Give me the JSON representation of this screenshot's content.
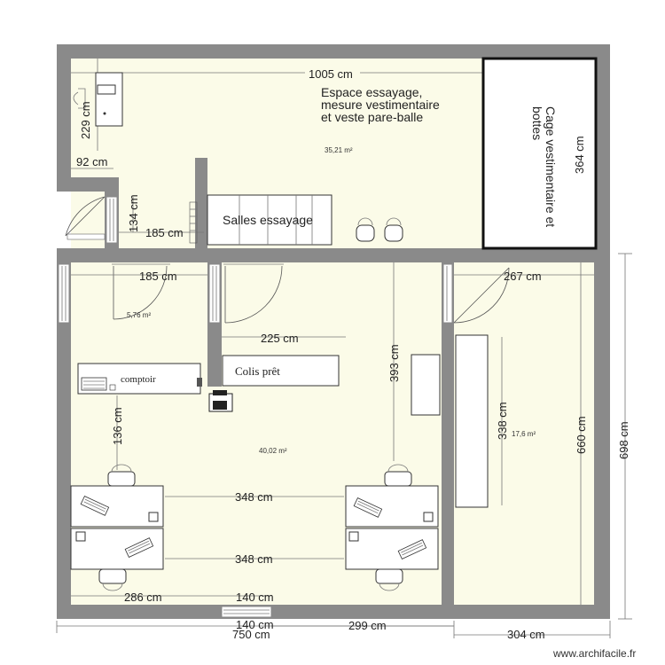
{
  "rooms": {
    "top": {
      "title_lines": [
        "Espace essayage,",
        "mesure vestimentaire",
        "et veste pare-balle"
      ],
      "area": "35,21 m²",
      "fitting_rooms_label": "Salles essayage",
      "cage_lines": [
        "Cage vestimentaire et",
        "bottes"
      ]
    },
    "small_left": {
      "area": "5,76 m²"
    },
    "main": {
      "area": "40,02 m²"
    },
    "right": {
      "area": "17,6 m²"
    }
  },
  "furniture": {
    "counter_label": "comptoir",
    "ready_parcels_label": "Colis prêt"
  },
  "dimensions": {
    "top_width": "1005 cm",
    "top_right_height": "364 cm",
    "top_left_height": "229 cm",
    "notch_width": "92 cm",
    "notch_height": "134 cm",
    "corridor_width_top": "185 cm",
    "small_room_width": "185 cm",
    "partition_225": "225 cm",
    "partition_393": "393 cm",
    "right_room_width": "267 cm",
    "cabinet_338": "338 cm",
    "right_room_height": "660 cm",
    "overall_height": "698 cm",
    "counter_136": "136 cm",
    "desk_row_upper": "348 cm",
    "desk_row_lower": "348 cm",
    "bottom_left_286": "286 cm",
    "bottom_mid_140_inner": "140 cm",
    "bottom_mid_140_outer": "140 cm",
    "bottom_750": "750 cm",
    "bottom_299": "299 cm",
    "bottom_304": "304 cm"
  },
  "watermark": "www.archifacile.fr"
}
